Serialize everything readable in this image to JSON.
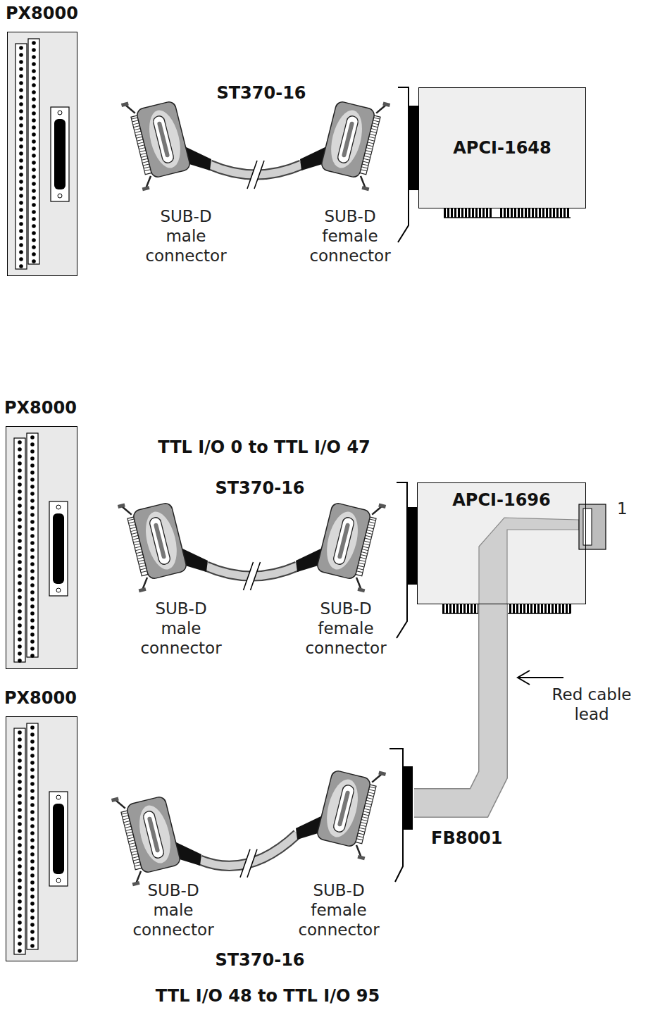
{
  "diagram": {
    "nodes": [
      {
        "text": [
          "PX8000"
        ]
      },
      {
        "text": [
          "APCI-1648"
        ]
      },
      {
        "text": [
          "PX8000"
        ]
      },
      {
        "text": [
          "APCI-1696"
        ]
      },
      {
        "text": [
          "PX8000"
        ]
      },
      {
        "text": [
          "FB8001"
        ]
      }
    ],
    "edges": [
      {
        "from": 3,
        "to": 5,
        "arrow": "none"
      }
    ],
    "labels": [
      "ST370-16",
      "SUB-D male connector",
      "SUB-D female connector",
      "TTL I/O 0 to TTL I/O 47",
      "ST370-16",
      "SUB-D male connector",
      "SUB-D female connector",
      "1",
      "Red cable lead",
      "SUB-D male connector",
      "SUB-D female connector",
      "ST370-16",
      "TTL I/O 48 to TTL I/O 95"
    ]
  }
}
